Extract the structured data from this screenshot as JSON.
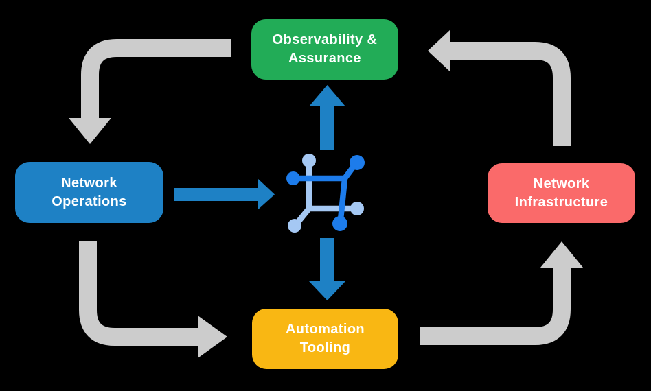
{
  "nodes": {
    "observability": {
      "line1": "Observability &",
      "line2": "Assurance"
    },
    "operations": {
      "line1": "Network",
      "line2": "Operations"
    },
    "infrastructure": {
      "line1": "Network",
      "line2": "Infrastructure"
    },
    "automation": {
      "line1": "Automation",
      "line2": "Tooling"
    }
  },
  "edges": [
    {
      "from": "observability-assurance",
      "to": "network-operations",
      "style": "gray-cycle"
    },
    {
      "from": "network-operations",
      "to": "automation-tooling",
      "style": "gray-cycle"
    },
    {
      "from": "automation-tooling",
      "to": "network-infrastructure",
      "style": "gray-cycle"
    },
    {
      "from": "network-infrastructure",
      "to": "observability-assurance",
      "style": "gray-cycle"
    },
    {
      "from": "network-operations",
      "to": "center-network-icon",
      "style": "blue"
    },
    {
      "from": "center-network-icon",
      "to": "observability-assurance",
      "style": "blue"
    },
    {
      "from": "center-network-icon",
      "to": "automation-tooling",
      "style": "blue"
    }
  ],
  "icons": {
    "center": "network-nodes-icon"
  },
  "colors": {
    "background": "#000000",
    "node-observability": "#22ac57",
    "node-operations": "#1e81c5",
    "node-infrastructure": "#fa6a6a",
    "node-automation": "#f9b713",
    "arrow-gray": "#cccccc",
    "arrow-blue": "#1e81c5",
    "icon-dark-blue": "#1d7ceb",
    "icon-light-blue": "#a5c8f3",
    "text": "#ffffff"
  }
}
